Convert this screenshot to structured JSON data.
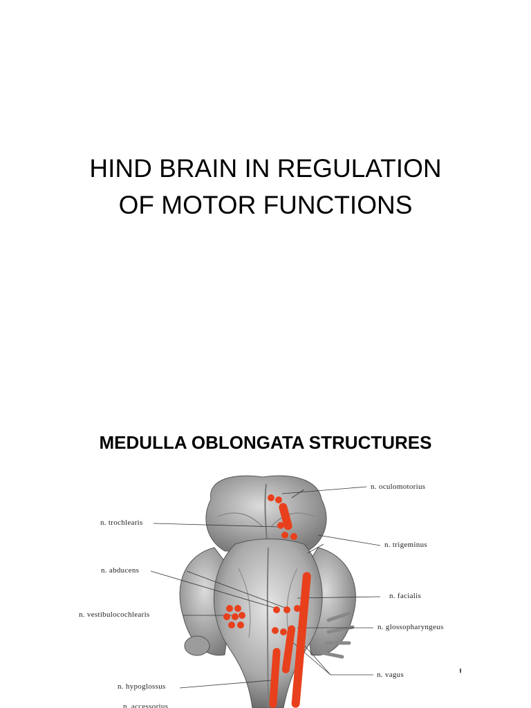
{
  "slide": {
    "title_line1": "HIND BRAIN IN REGULATION",
    "title_line2": "OF MOTOR FUNCTIONS",
    "section_title": "MEDULLA OBLONGATA STRUCTURES"
  },
  "figure": {
    "labels": {
      "oculomotorius": "n. oculomotorius",
      "trochlearis": "n. trochlearis",
      "trigeminus": "n. trigeminus",
      "abducens": "n. abducens",
      "facialis": "n. facialis",
      "vestibulocochlearis": "n. vestibulocochlearis",
      "glossopharyngeus": "n. glossopharyngeus",
      "vagus": "n. vagus",
      "hypoglossus": "n. hypoglossus",
      "accessorius": "n. accessorius"
    },
    "colors": {
      "nucleus": "#e8401c",
      "tissue": "#b9b9b9",
      "shadow": "#6e6e6e"
    }
  }
}
